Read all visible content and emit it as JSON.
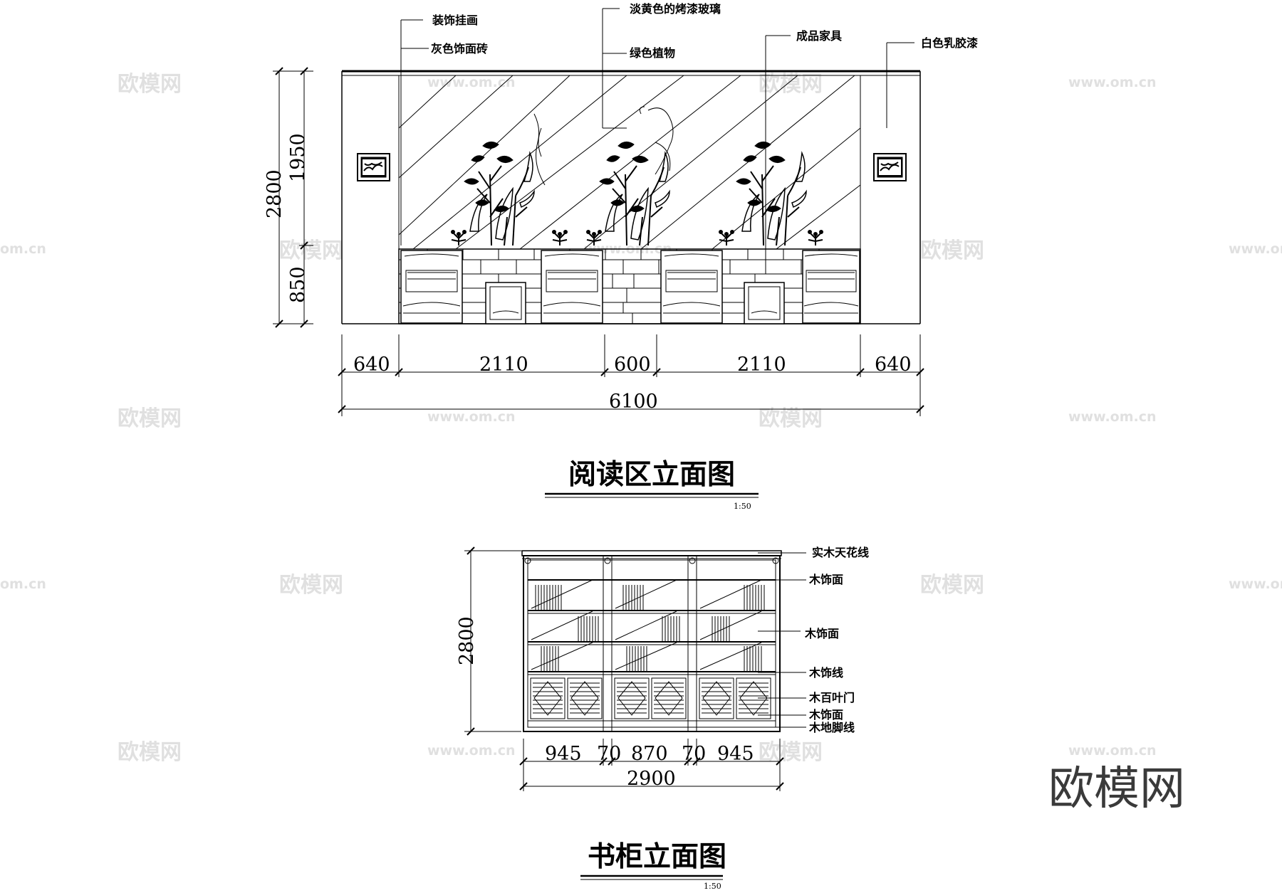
{
  "elevation_reading": {
    "title": "阅读区立面图",
    "scale": "1:50",
    "callouts": [
      "装饰挂画",
      "灰色饰面砖",
      "淡黄色的烤漆玻璃",
      "绿色植物",
      "成品家具",
      "白色乳胶漆"
    ],
    "dims_vertical": [
      "2800",
      "1950",
      "850"
    ],
    "dims_horizontal": [
      "640",
      "2110",
      "600",
      "2110",
      "640"
    ],
    "dim_total": "6100"
  },
  "elevation_bookcase": {
    "title": "书柜立面图",
    "scale": "1:50",
    "callouts": [
      "实木天花线",
      "木饰面",
      "木饰面",
      "木饰线",
      "木百叶门",
      "木饰面",
      "木地脚线"
    ],
    "dim_vertical": "2800",
    "dims_horizontal": [
      "945",
      "70",
      "870",
      "70",
      "945"
    ],
    "dim_total": "2900"
  },
  "watermarks": {
    "brand": "欧模网",
    "url": "www.om.cn",
    "url_cut": "om.cn"
  }
}
